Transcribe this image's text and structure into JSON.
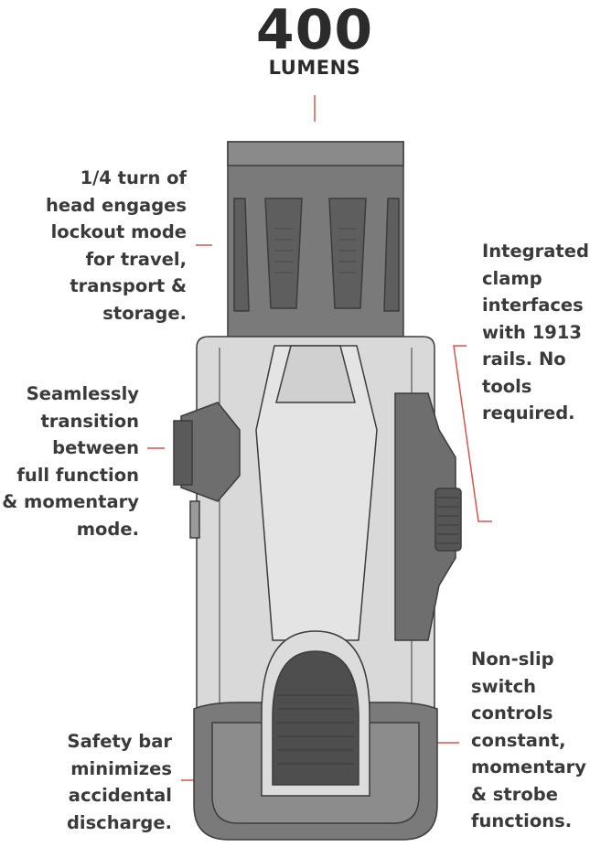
{
  "headline": {
    "value": "400",
    "unit": "LUMENS"
  },
  "callouts": {
    "head_lockout": [
      "1/4 turn of",
      "head engages",
      "lockout mode",
      "for travel,",
      "transport &",
      "storage."
    ],
    "mode_switch": [
      "Seamlessly",
      "transition",
      "between",
      "full function",
      "& momentary",
      "mode."
    ],
    "clamp": [
      "Integrated",
      "clamp",
      "interfaces",
      "with 1913",
      "rails. No",
      "tools",
      "required."
    ],
    "safety_bar": [
      "Safety bar",
      "minimizes",
      "accidental",
      "discharge."
    ],
    "switch": [
      "Non-slip",
      "switch",
      "controls",
      "constant,",
      "momentary",
      "& strobe",
      "functions."
    ]
  },
  "colors": {
    "accent_line": "#d9534f",
    "text": "#3a3a3a",
    "body_light": "#d9d9d9",
    "body_dark": "#6e6e6e",
    "outline": "#3c3c3c"
  }
}
